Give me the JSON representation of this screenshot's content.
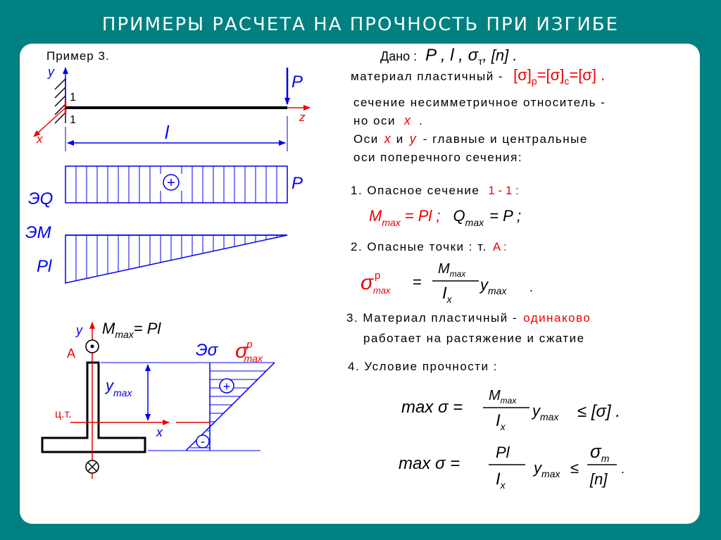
{
  "title": "ПРИМЕРЫ РАСЧЕТА НА ПРОЧНОСТЬ ПРИ ИЗГИБЕ",
  "example": "Пример 3.",
  "given": {
    "label": "Дано :",
    "values": "P , l , σ",
    "sub_t": "т",
    "n": ", [n] ."
  },
  "material_line": "материал пластичный -",
  "material_formula": "[σ]",
  "material_p": "p",
  "material_eq1": "=[σ]",
  "material_c": "c",
  "material_eq2": "=[σ] .",
  "section_line1": "сечение несимметричное относитель -",
  "section_line2_a": "но оси",
  "section_line2_x": "x",
  "section_line2_b": ".",
  "axes_line1_a": "Оси",
  "axes_line1_x": "x",
  "axes_line1_b": "и",
  "axes_line1_y": "y",
  "axes_line1_c": "- главные и центральные",
  "axes_line2": "оси поперечного сечения:",
  "step1_a": "1. Опасное сечение",
  "step1_b": "1 - 1 :",
  "step1_formula_m": "M",
  "step1_formula_max": "max",
  "step1_formula_eq": "= Pl ;",
  "step1_formula_q": "Q",
  "step1_formula_qmax": "max",
  "step1_formula_qeq": "= P ;",
  "step2_a": "2. Опасные точки : т.",
  "step2_b": "A :",
  "step2_sigma": "σ",
  "step2_sup": "p",
  "step2_sub": "max",
  "step2_eq": "=",
  "step2_num": "M",
  "step2_num_sub": "max",
  "step2_den": "I",
  "step2_den_sub": "x",
  "step2_y": "y",
  "step2_ysub": "max",
  "step2_end": ".",
  "step3_a": "3. Материал пластичный -",
  "step3_b": "одинаково",
  "step3_line2": "работает на растяжение и сжатие",
  "step4": "4. Условие прочности :",
  "cond1_lhs": "max σ =",
  "cond1_num": "M",
  "cond1_num_sub": "max",
  "cond1_den": "I",
  "cond1_den_sub": "x",
  "cond1_y": "y",
  "cond1_ysub": "max",
  "cond1_rel": "≤ [σ] .",
  "cond2_lhs": "max σ =",
  "cond2_num": "Pl",
  "cond2_den": "I",
  "cond2_den_sub": "x",
  "cond2_y": "y",
  "cond2_ysub": "max",
  "cond2_le": "≤",
  "cond2_sigma": "σ",
  "cond2_sigma_sub": "т",
  "cond2_n": "[n]",
  "cond2_end": ".",
  "beam": {
    "y": "y",
    "x": "x",
    "z": "z",
    "P": "P",
    "l": "l",
    "sec_top": "1",
    "sec_bot": "1",
    "EQ": "ЭQ",
    "EM": "ЭM",
    "P_right": "P",
    "Pl": "Pl",
    "plus": "+"
  },
  "section": {
    "y": "y",
    "M": "M",
    "M_sub": "max",
    "M_eq": "= Pl",
    "A": "A",
    "ymax": "y",
    "ymax_sub": "max",
    "ct": "ц.т.",
    "x": "x",
    "sig_label": "Эσ",
    "sigma": "σ",
    "sigma_sup": "p",
    "sigma_sub": "max",
    "plus": "+",
    "minus": "-"
  },
  "colors": {
    "background": "#008080",
    "blue": "#0000ee",
    "red": "#ee0000"
  }
}
